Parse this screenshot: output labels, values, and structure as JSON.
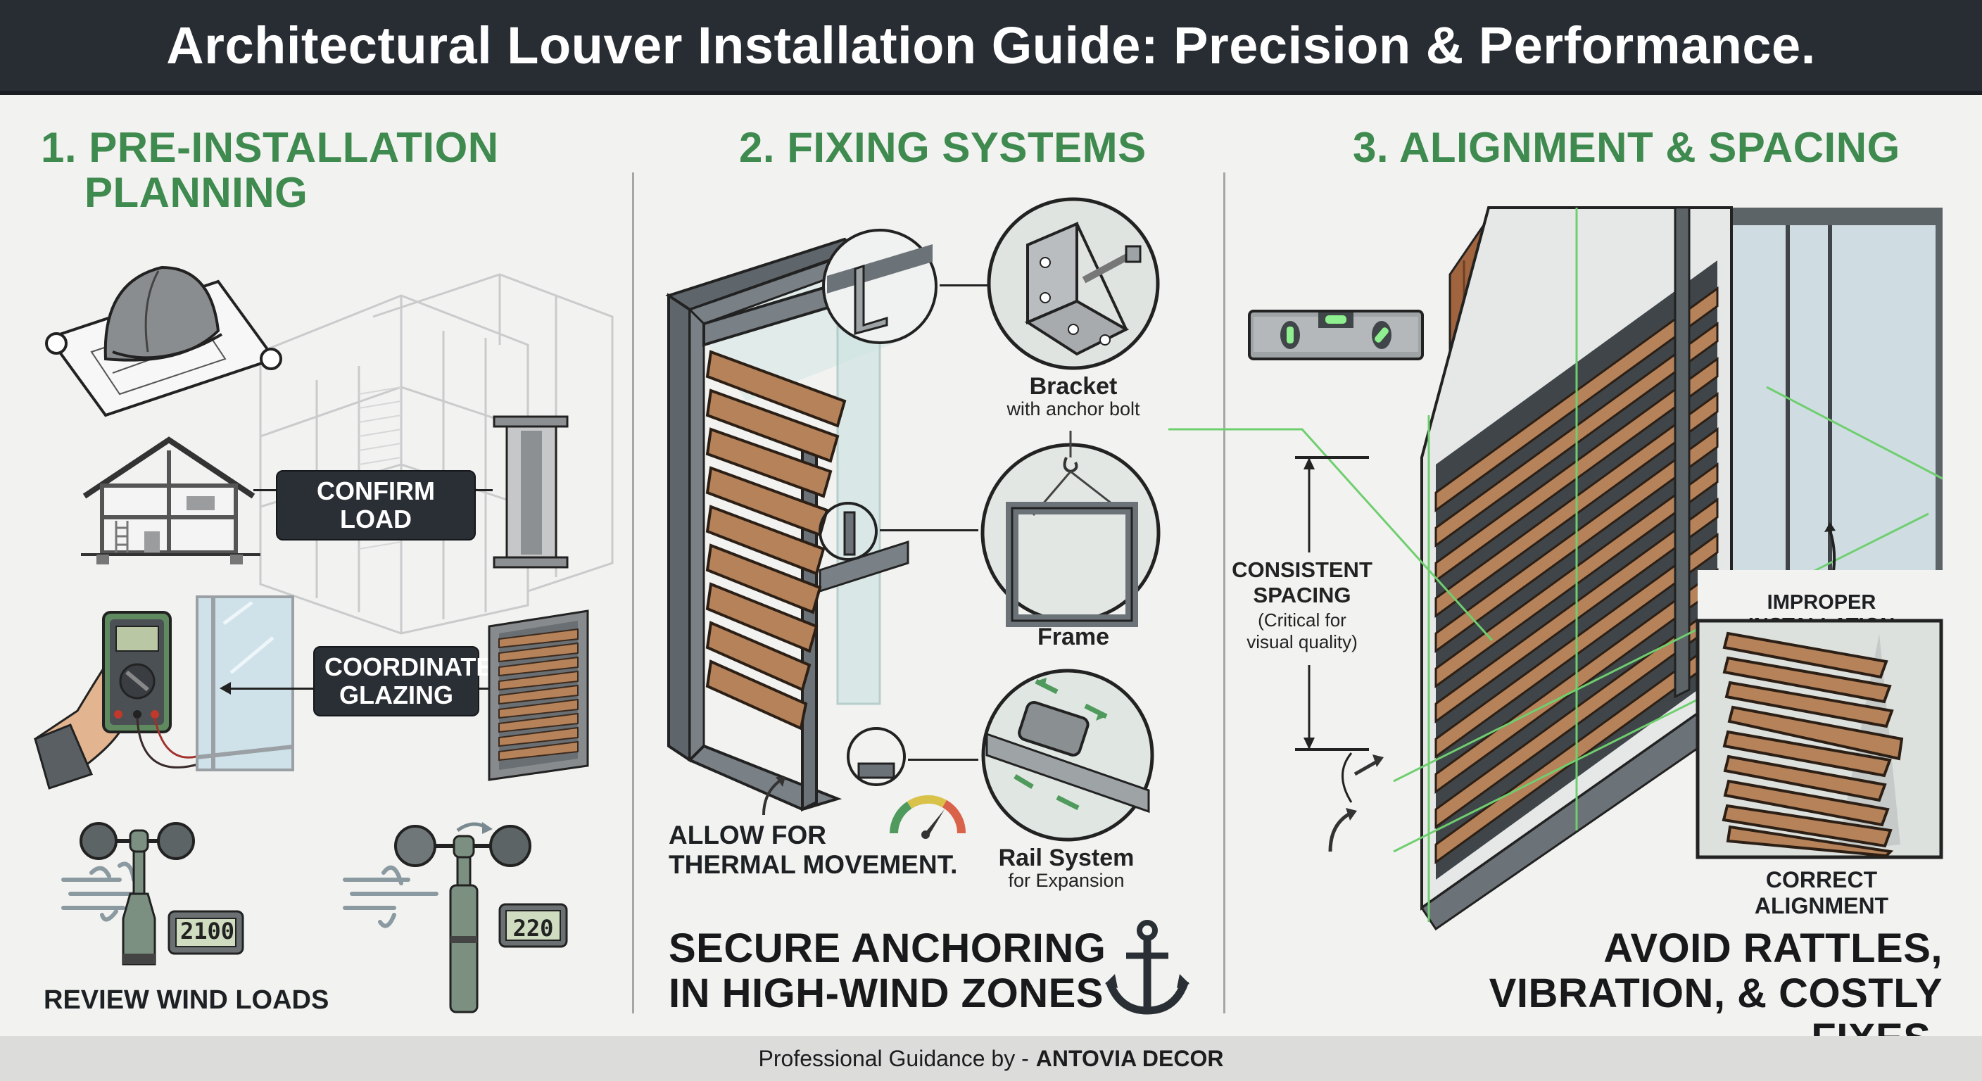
{
  "header": {
    "title": "Architectural Louver Installation Guide: Precision & Performance."
  },
  "sections": [
    {
      "heading_line1": "1. PRE-INSTALLATION",
      "heading_line2": "PLANNING",
      "tags": [
        "CONFIRM LOAD",
        "COORDINATE",
        "GLAZING"
      ],
      "caption": "REVIEW WIND LOADS",
      "displays": [
        "2100",
        "220"
      ],
      "icons": [
        "hard-hat-on-blueprint",
        "house-section",
        "steel-i-beam",
        "multimeter",
        "window-glazing",
        "louver-panel",
        "anemometer",
        "anemometer"
      ]
    },
    {
      "heading": "2. FIXING SYSTEMS",
      "callouts": [
        {
          "title": "Bracket",
          "subtitle": "with anchor bolt"
        },
        {
          "title": "Frame",
          "subtitle": ""
        },
        {
          "title": "Rail System",
          "subtitle": "for Expansion"
        }
      ],
      "note_line1": "ALLOW FOR",
      "note_line2": "THERMAL MOVEMENT.",
      "bottom_line1": "SECURE ANCHORING",
      "bottom_line2": "IN HIGH-WIND ZONES",
      "icons": [
        "louver-frame",
        "bracket",
        "hanging-frame",
        "rail-slider",
        "gauge",
        "anchor"
      ]
    },
    {
      "heading": "3. ALIGNMENT & SPACING",
      "spacing_label_line1": "CONSISTENT",
      "spacing_label_line2": "SPACING",
      "spacing_note_line1": "(Critical for",
      "spacing_note_line2": "visual quality)",
      "improper_label": "IMPROPER INSTALLATION",
      "correct_label": "CORRECT ALIGNMENT",
      "bottom_line1": "AVOID RATTLES,",
      "bottom_line2": "VIBRATION, & COSTLY FIXES.",
      "icons": [
        "spirit-level",
        "building-facade-louvers",
        "misaligned-louvers"
      ]
    }
  ],
  "footer": {
    "prefix": "Professional Guidance by -",
    "brand": "ANTOVIA DECOR"
  },
  "colors": {
    "title_bar": "#282d34",
    "heading_green": "#3f8a4f",
    "wood": "#b5825a",
    "steel": "#6c7378",
    "tag_bg": "#2a2f35",
    "laser_green": "#6fcf6f"
  }
}
